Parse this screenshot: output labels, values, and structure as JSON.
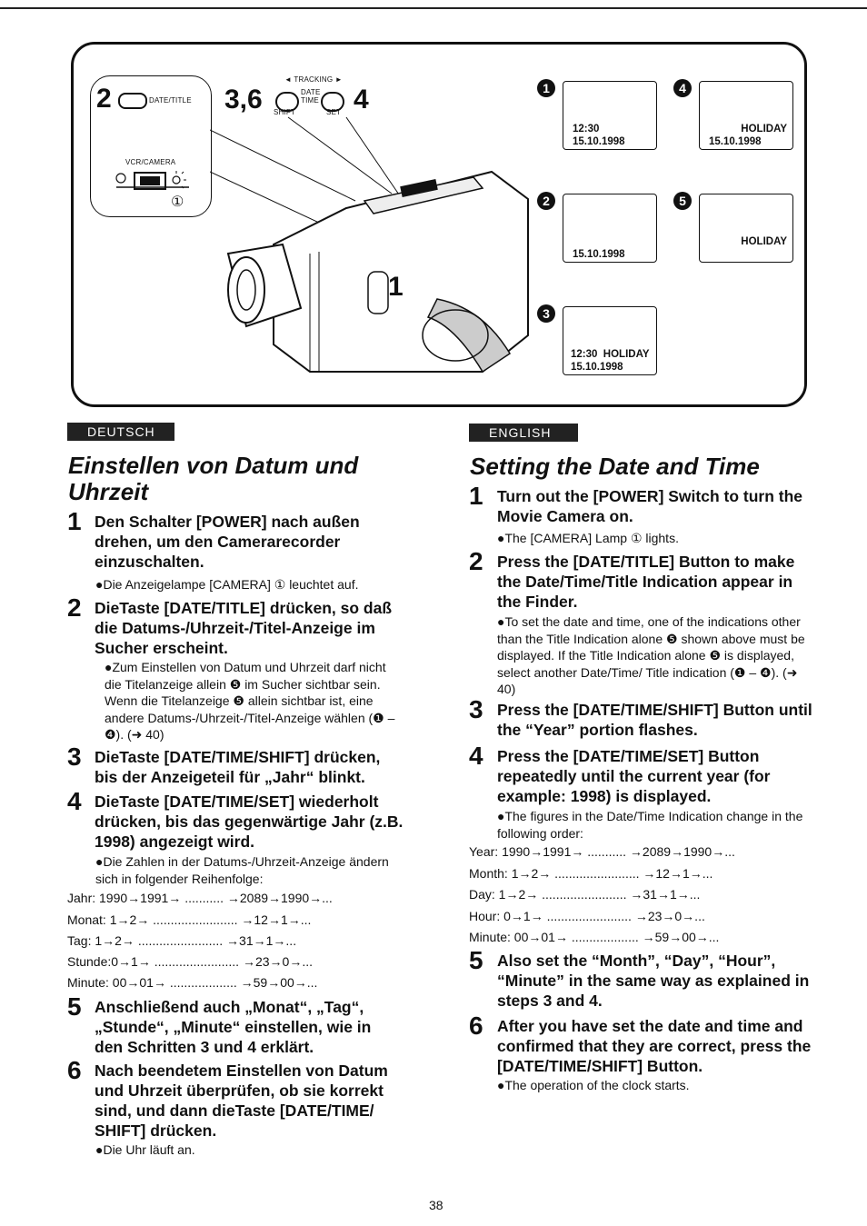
{
  "illustration": {
    "ctrl_num": "2",
    "ctrl_label": "DATE/TITLE",
    "vcr_label": "VCR/CAMERA",
    "lamp_num": "①",
    "steps_label": "3,6",
    "tracking": "◄ TRACKING ►",
    "date_time": "DATE\nTIME",
    "shift": "SHIFT",
    "set": "SET",
    "num4": "4",
    "switch_num": "1",
    "screens": [
      {
        "num": "1",
        "line1": "12:30",
        "line2": "15.10.1998"
      },
      {
        "num": "4",
        "line1": "HOLIDAY",
        "line2": "15.10.1998"
      },
      {
        "num": "2",
        "line1": "",
        "line2": "15.10.1998"
      },
      {
        "num": "5",
        "line1": "HOLIDAY",
        "line2": ""
      },
      {
        "num": "3",
        "line1": "12:30  HOLIDAY",
        "line2": "15.10.1998"
      }
    ]
  },
  "de": {
    "lang": "DEUTSCH",
    "title1": "Einstellen von Datum und",
    "title2": "Uhrzeit",
    "s1n": "1",
    "s1": "Den Schalter [POWER] nach außen drehen, um den Camerarecorder einzuschalten.",
    "s1note": "●Die Anzeigelampe [CAMERA] ① leuchtet auf.",
    "s2n": "2",
    "s2": "DieTaste [DATE/TITLE] drücken, so daß die Datums-/Uhrzeit-/Titel-Anzeige im Sucher erscheint.",
    "s2note": "●Zum Einstellen von Datum und Uhrzeit darf nicht die Titelanzeige allein ❺ im Sucher sichtbar sein. Wenn die Titelanzeige ❺ allein sichtbar ist, eine andere Datums-/Uhrzeit-/Titel-Anzeige wählen (❶ – ❹). (➜ 40)",
    "s3n": "3",
    "s3": "DieTaste [DATE/TIME/SHIFT] drücken, bis der Anzeigeteil für „Jahr“ blinkt.",
    "s4n": "4",
    "s4": "DieTaste [DATE/TIME/SET] wiederholt drücken, bis das gegenwärtige Jahr (z.B. 1998) angezeigt wird.",
    "s4note": "●Die Zahlen in der Datums-/Uhrzeit-Anzeige ändern sich in folgender Reihenfolge:",
    "seq": [
      "Jahr:   1990→1991→ ........... →2089→1990→...",
      "Monat: 1→2→ ........................ →12→1→...",
      "Tag:    1→2→ ........................ →31→1→...",
      "Stunde:0→1→ ........................ →23→0→...",
      "Minute: 00→01→ ................... →59→00→..."
    ],
    "s5n": "5",
    "s5": "Anschließend auch „Monat“, „Tag“, „Stunde“, „Minute“ einstellen, wie in den Schritten 3 und 4 erklärt.",
    "s6n": "6",
    "s6": "Nach beendetem Einstellen von Datum und Uhrzeit überprüfen, ob sie korrekt sind, und dann dieTaste [DATE/TIME/ SHIFT] drücken.",
    "s6note": "●Die Uhr läuft an."
  },
  "en": {
    "lang": "ENGLISH",
    "title": "Setting the Date and Time",
    "s1n": "1",
    "s1": "Turn out the [POWER] Switch to turn the Movie Camera on.",
    "s1note": "●The [CAMERA] Lamp ① lights.",
    "s2n": "2",
    "s2": "Press the [DATE/TITLE] Button to make the Date/Time/Title Indication appear in the Finder.",
    "s2note": "●To set the date and time, one of the indications other than the Title Indication alone ❺ shown above must be displayed. If the Title Indication alone ❺ is displayed, select another Date/Time/ Title indication (❶ – ❹). (➜ 40)",
    "s3n": "3",
    "s3": "Press the [DATE/TIME/SHIFT] Button until the “Year” portion flashes.",
    "s4n": "4",
    "s4": "Press the [DATE/TIME/SET] Button repeatedly until the current year (for example: 1998) is displayed.",
    "s4note": "●The figures in the Date/Time Indication change in the following order:",
    "seq": [
      "Year:   1990→1991→ ........... →2089→1990→...",
      "Month: 1→2→ ........................ →12→1→...",
      "Day:    1→2→ ........................ →31→1→...",
      "Hour:   0→1→ ........................ →23→0→...",
      "Minute: 00→01→ ................... →59→00→..."
    ],
    "s5n": "5",
    "s5": "Also set the “Month”, “Day”, “Hour”, “Minute” in the same way as explained in steps 3 and 4.",
    "s6n": "6",
    "s6": "After you have set the date and time and confirmed that they are correct, press the [DATE/TIME/SHIFT] Button.",
    "s6note": "●The operation of the clock starts."
  },
  "page_number": "38"
}
